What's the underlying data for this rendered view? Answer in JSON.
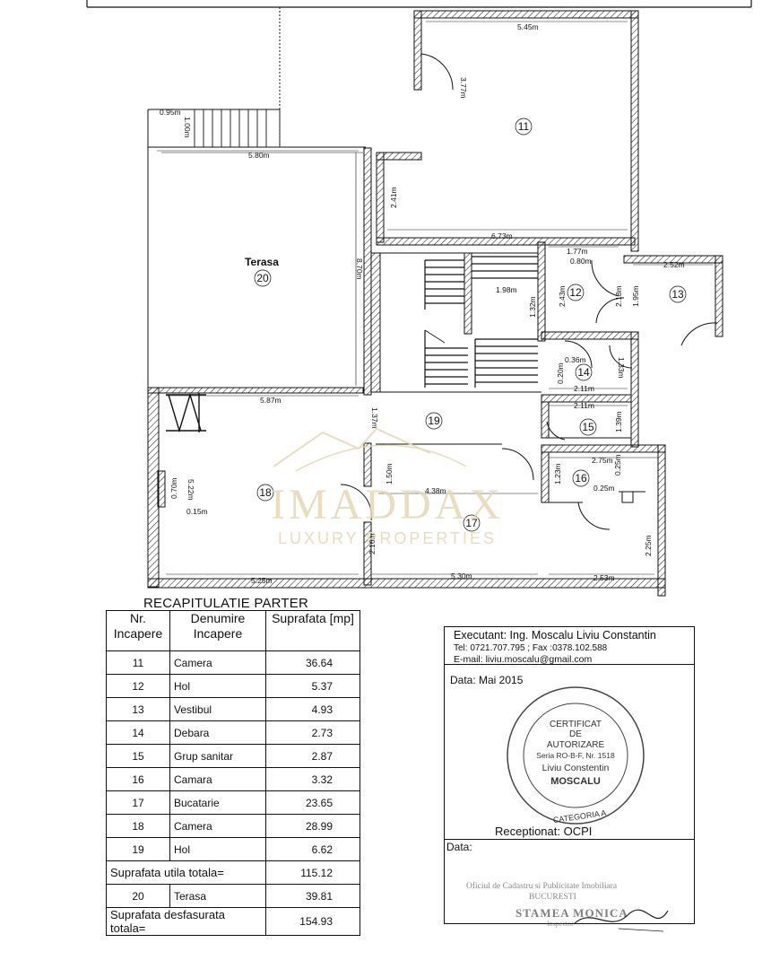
{
  "plan": {
    "dimensions": {
      "d_545": "5.45m",
      "d_377": "3.77m",
      "d_095": "0.95m",
      "d_100": "1.00m",
      "d_580": "5.80m",
      "d_241": "2.41m",
      "d_673": "6.73m",
      "d_870": "8.70m",
      "d_177": "1.77m",
      "d_080": "0.80m",
      "d_252": "2.52m",
      "d_198": "1.98m",
      "d_132": "1.32m",
      "d_243": "2.43m",
      "d_218": "2.18m",
      "d_195": "1.95m",
      "d_036": "0.36m",
      "d_020": "0.20m",
      "d_133": "1.33m",
      "d_211a": "2.11m",
      "d_211b": "2.11m",
      "d_587": "5.87m",
      "d_137": "1.37m",
      "d_139": "1.39m",
      "d_275": "2.75m",
      "d_025a": "0.25m",
      "d_025b": "0.25m",
      "d_123": "1.23m",
      "d_150": "1.50m",
      "d_438": "4.38m",
      "d_070": "0.70m",
      "d_522": "5.22m",
      "d_015": "0.15m",
      "d_216": "2.16m",
      "d_225": "2.25m",
      "d_525": "5.25m",
      "d_530": "5.30m",
      "d_253": "2.53m"
    },
    "rooms": {
      "r11": "11",
      "r12": "12",
      "r13": "13",
      "r14": "14",
      "r15": "15",
      "r16": "16",
      "r17": "17",
      "r18": "18",
      "r19": "19",
      "r20": "20"
    },
    "terasa_label": "Terasa",
    "watermark": {
      "brand": "IMADDAX",
      "tagline": "LUXURY PROPERTIES"
    }
  },
  "recap": {
    "title": "RECAPITULATIE PARTER",
    "headers": {
      "nr": "Nr. Incapere",
      "name": "Denumire Incapere",
      "area": "Suprafata [mp]"
    },
    "rows": [
      {
        "nr": "11",
        "name": "Camera",
        "area": "36.64"
      },
      {
        "nr": "12",
        "name": "Hol",
        "area": "5.37"
      },
      {
        "nr": "13",
        "name": "Vestibul",
        "area": "4.93"
      },
      {
        "nr": "14",
        "name": "Debara",
        "area": "2.73"
      },
      {
        "nr": "15",
        "name": "Grup sanitar",
        "area": "2.87"
      },
      {
        "nr": "16",
        "name": "Camara",
        "area": "3.32"
      },
      {
        "nr": "17",
        "name": "Bucatarie",
        "area": "23.65"
      },
      {
        "nr": "18",
        "name": "Camera",
        "area": "28.99"
      },
      {
        "nr": "19",
        "name": "Hol",
        "area": "6.62"
      }
    ],
    "total_util_label": "Suprafata utila totala=",
    "total_util_value": "115.12",
    "terasa_row": {
      "nr": "20",
      "name": "Terasa",
      "area": "39.81"
    },
    "total_desf_label": "Suprafata desfasurata totala=",
    "total_desf_value": "154.93"
  },
  "executant": {
    "title": "Executant: Ing. Moscalu Liviu Constantin",
    "tel": "Tel: 0721.707.795 ; Fax :0378.102.588",
    "email": "E-mail: liviu.moscalu@gmail.com",
    "date": "Data: Mai 2015",
    "received": "Receptionat: OCPI",
    "date2": "Data:"
  },
  "stamp": {
    "line1": "CERTIFICAT",
    "line2": "DE",
    "line3": "AUTORIZARE",
    "line4": "Seria RO-B-F, Nr. 1518",
    "line5": "Liviu Constentin",
    "line6": "MOSCALU",
    "line7": "CATEGORIA A"
  },
  "ocpi_stamp": {
    "line1": "Oficiul de Cadastru si Publicitate Imobiliara",
    "line2": "BUCURESTI",
    "line3": "STAMEA MONICA",
    "line4": "Inspector"
  },
  "colors": {
    "ink": "#111111",
    "watermark": "#e6d6b4"
  }
}
